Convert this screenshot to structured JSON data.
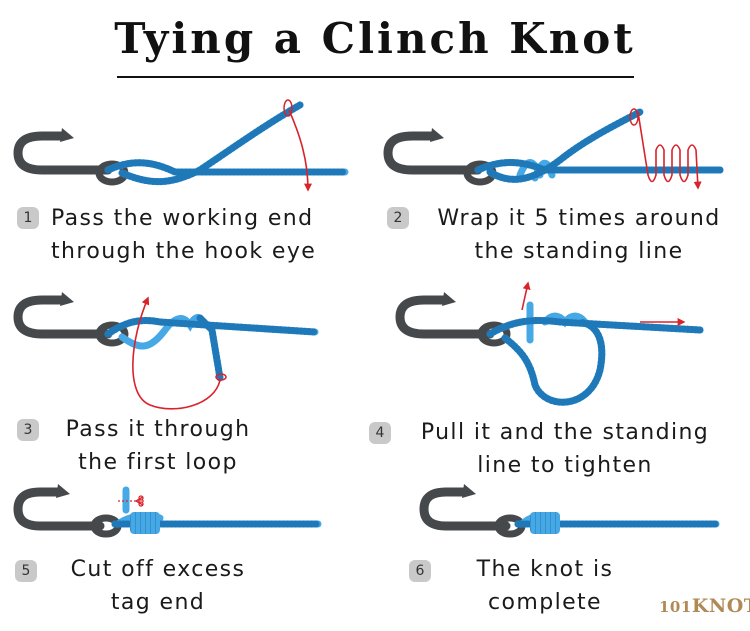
{
  "title": "Tying a Clinch Knot",
  "steps": [
    {
      "number": "1",
      "line1": "Pass the working end",
      "line2": "through the hook eye"
    },
    {
      "number": "2",
      "line1": "Wrap it 5 times around",
      "line2": "the standing line"
    },
    {
      "number": "3",
      "line1": "Pass it through",
      "line2": "the first loop"
    },
    {
      "number": "4",
      "line1": "Pull it and the standing",
      "line2": "line to tighten"
    },
    {
      "number": "5",
      "line1": "Cut off excess",
      "line2": "tag end"
    },
    {
      "number": "6",
      "line1": "The knot is",
      "line2": "complete"
    }
  ],
  "logo": {
    "prefix": "101",
    "text": "KNOTS"
  },
  "colors": {
    "line": "#46a8e4",
    "line_dark": "#1f78b8",
    "hook": "#46494c",
    "arrow": "#d9232b",
    "badge": "#c9c9c9"
  }
}
